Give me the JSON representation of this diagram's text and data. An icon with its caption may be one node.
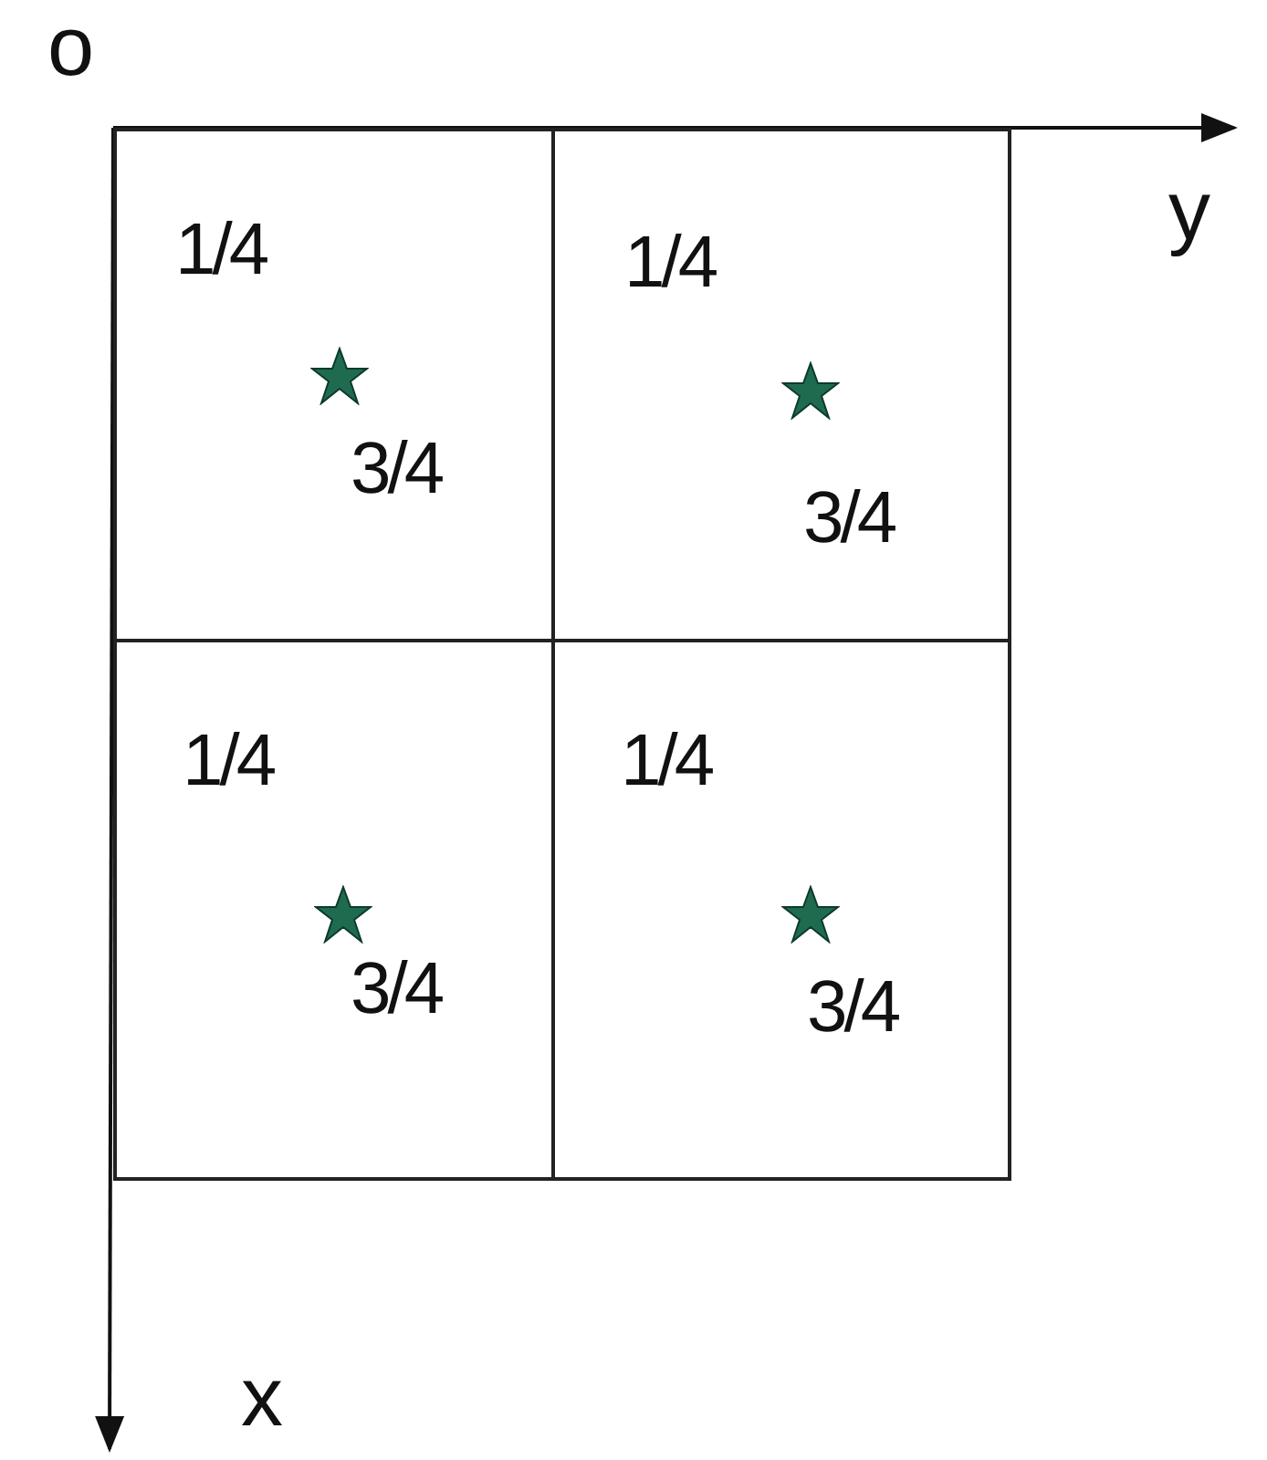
{
  "diagram": {
    "nodes": [
      {
        "text": [
          "1/4",
          "3/4"
        ]
      },
      {
        "text": [
          "1/4",
          "3/4"
        ]
      },
      {
        "text": [
          "1/4",
          "3/4"
        ]
      },
      {
        "text": [
          "1/4",
          "3/4"
        ]
      }
    ],
    "labels": [
      "o",
      "y",
      "x"
    ]
  }
}
